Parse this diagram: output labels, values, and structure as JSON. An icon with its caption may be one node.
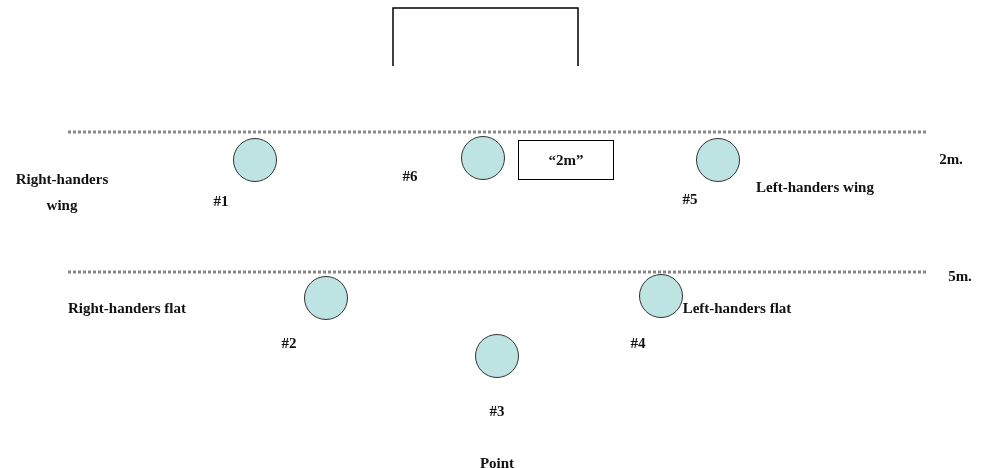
{
  "diagram": {
    "nodes": [
      {
        "text": [],
        "shape": "circle",
        "beside": [
          "#1"
        ]
      },
      {
        "text": [],
        "shape": "circle",
        "beside": [
          "#6"
        ]
      },
      {
        "text": [
          "“2m”"
        ]
      },
      {
        "text": [],
        "shape": "circle",
        "beside": [
          "#5"
        ]
      },
      {
        "text": [],
        "shape": "circle",
        "beside": [
          "#2"
        ]
      },
      {
        "text": [],
        "shape": "circle",
        "beside": [
          "#4"
        ]
      },
      {
        "text": [],
        "shape": "circle",
        "beside": [
          "#3"
        ]
      }
    ],
    "labels": [
      "Right-handers wing",
      "2m.",
      "Left-handers wing",
      "5m.",
      "Right-handers flat",
      "Left-handers flat",
      "Point"
    ]
  }
}
